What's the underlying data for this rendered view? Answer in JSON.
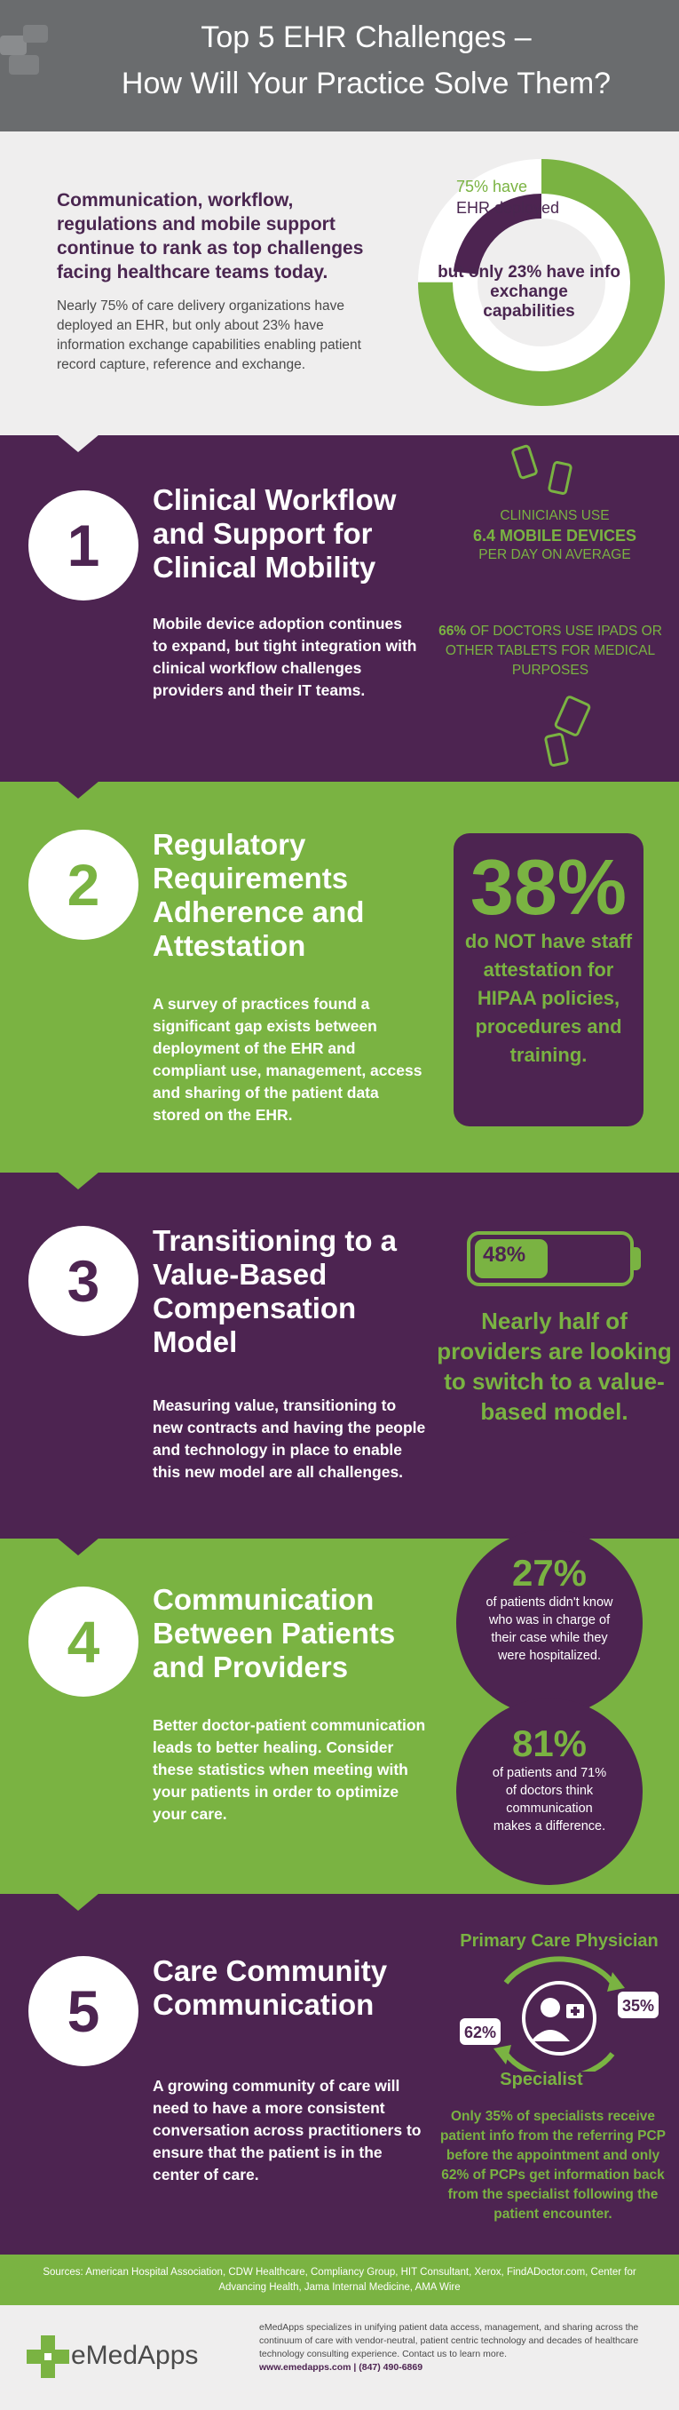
{
  "header": {
    "title_line1": "Top 5 EHR Challenges –",
    "title_line2": "How Will Your Practice Solve Them?"
  },
  "intro": {
    "headline": "Communication, workflow, regulations and mobile support continue to rank as top challenges facing healthcare teams today.",
    "body": "Nearly 75% of care delivery organizations have deployed an EHR, but only about 23% have information exchange capabilities enabling patient record capture, reference and exchange.",
    "donut_pct_deployed": 75,
    "donut_pct_exchange": 23,
    "donut_label1_a": "75% have",
    "donut_label1_b": "EHR deployed",
    "donut_label2_a": "but only 23% have info",
    "donut_label2_b": "exchange",
    "donut_label2_c": "capabilities"
  },
  "colors": {
    "purple": "#4d2451",
    "green": "#7ab342",
    "gray": "#6a6c6e",
    "light": "#efeeee"
  },
  "sections": [
    {
      "num": "1",
      "title": "Clinical Workflow and Support for Clinical Mobility",
      "body": "Mobile device adoption continues to expand, but tight integration with clinical workflow challenges providers and their IT teams.",
      "stat1_a": "CLINICIANS USE",
      "stat1_b": "6.4 MOBILE DEVICES",
      "stat1_c": "PER DAY ON AVERAGE",
      "stat2_a": "66%",
      "stat2_b": "OF DOCTORS USE IPADS OR OTHER TABLETS FOR MEDICAL PURPOSES"
    },
    {
      "num": "2",
      "title": "Regulatory Requirements Adherence and Attestation",
      "body": "A survey of practices found a significant gap exists between deployment of the EHR and compliant use, management, access and sharing of the patient data stored on the EHR.",
      "stat_big": "38%",
      "stat_text": "do NOT have staff attestation for HIPAA policies, procedures and training."
    },
    {
      "num": "3",
      "title": "Transitioning to a Value-Based Compensation Model",
      "body": "Measuring value, transitioning to new contracts and having the people and technology in place to enable this new model are all challenges.",
      "battery_pct_label": "48%",
      "battery_value": 48,
      "stat_text": "Nearly half of providers are looking to switch to a value-based model."
    },
    {
      "num": "4",
      "title": "Communication Between Patients and Providers",
      "body": "Better doctor-patient communication leads to better healing. Consider these statistics when meeting with your patients in order to optimize your care.",
      "stat1_big": "27%",
      "stat1_text": "of patients didn't know who was in charge of their case while they were hospitalized.",
      "stat2_big": "81%",
      "stat2_text": "of patients and 71% of doctors think communication makes a difference."
    },
    {
      "num": "5",
      "title": "Care Community Communication",
      "body": "A growing community of care will need to have a more consistent conversation across practitioners to ensure that the patient is in the center of care.",
      "pcp_label": "Primary Care Physician",
      "specialist_label": "Specialist",
      "pct_35": "35%",
      "pct_62": "62%",
      "stat_text": "Only 35% of specialists receive patient info from the referring PCP before the appointment and only 62% of PCPs get information back from the specialist following the patient encounter."
    }
  ],
  "sources": "Sources: American Hospital Association, CDW Healthcare, Compliancy Group, HIT Consultant, Xerox, FindADoctor.com, Center for Advancing Health, Jama Internal Medicine, AMA Wire",
  "footer": {
    "logo": "eMedApps",
    "text": "eMedApps specializes in unifying patient data access, management, and sharing across the continuum of care with vendor-neutral, patient centric technology and decades of healthcare technology consulting experience. Contact us to learn more.",
    "contact": "www.emedapps.com | (847) 490-6869"
  },
  "icons": [
    "chat-bubbles-icon",
    "smartphone-icon",
    "tablet-icon",
    "battery-icon",
    "doctor-icon",
    "medical-cross-icon",
    "cycle-arrows-icon",
    "emedapps-cross-logo"
  ]
}
